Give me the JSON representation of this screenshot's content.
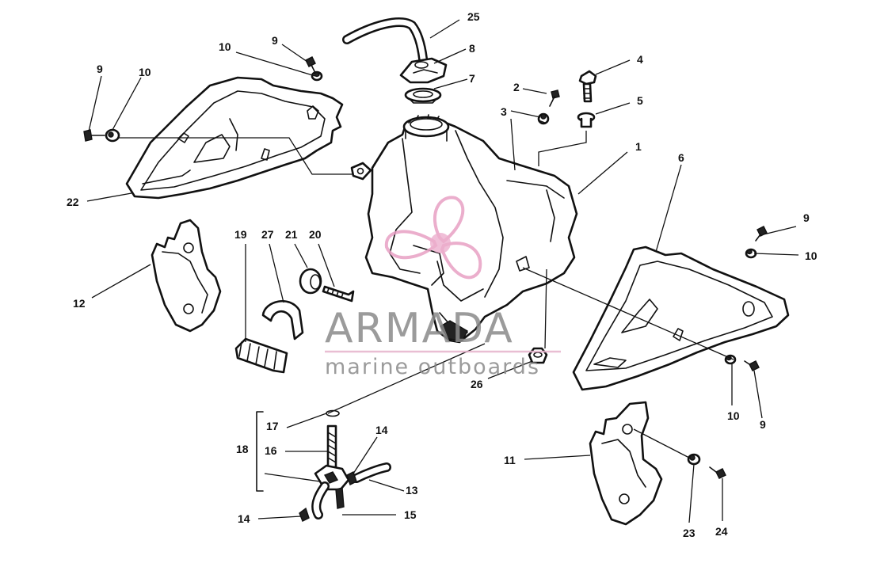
{
  "diagram": {
    "callouts": {
      "c1": "1",
      "c2": "2",
      "c3": "3",
      "c4": "4",
      "c5": "5",
      "c6": "6",
      "c7": "7",
      "c8": "8",
      "c9a": "9",
      "c9b": "9",
      "c9c": "9",
      "c9d": "9",
      "c10a": "10",
      "c10b": "10",
      "c10c": "10",
      "c10d": "10",
      "c11": "11",
      "c12": "12",
      "c13": "13",
      "c14a": "14",
      "c14b": "14",
      "c15": "15",
      "c16": "16",
      "c17": "17",
      "c18": "18",
      "c19": "19",
      "c20": "20",
      "c21": "21",
      "c22": "22",
      "c23": "23",
      "c24": "24",
      "c25": "25",
      "c26": "26",
      "c27": "27"
    }
  },
  "watermark": {
    "title": "ARMADA",
    "subtitle": "marine outboards",
    "logo_icon": "propeller-logo-icon",
    "colors": {
      "text": "#8a8a8a",
      "accent": "#e8a0c4",
      "underline": "#e6b3cc"
    }
  }
}
